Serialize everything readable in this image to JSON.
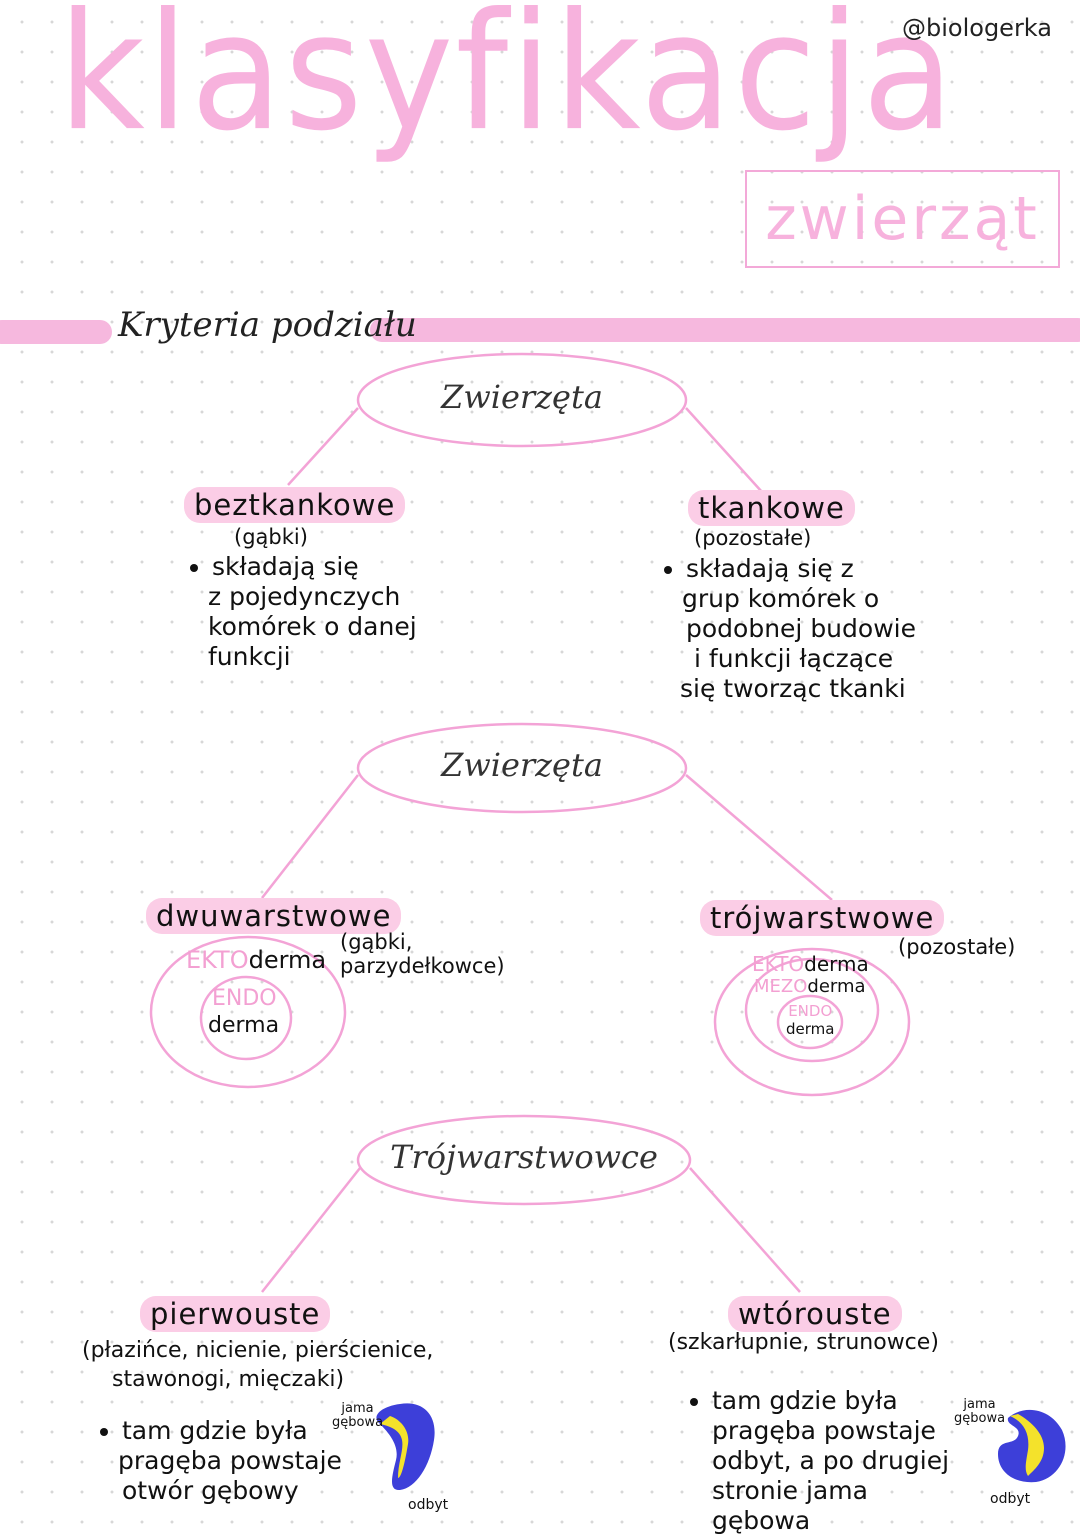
{
  "header": {
    "title": "klasyfikacja",
    "subtitle": "zwierząt",
    "handle": "@biologerka"
  },
  "criteria": {
    "label": "Kryteria podziału"
  },
  "tree1": {
    "root": "Zwierzęta",
    "left": {
      "label": "beztkankowe",
      "note": "(gąbki)",
      "lines": [
        "składają się",
        "z pojedynczych",
        "komórek o danej",
        "funkcji"
      ]
    },
    "right": {
      "label": "tkankowe",
      "note": "(pozostałe)",
      "lines": [
        "składają się z",
        "grup komórek o",
        "podobnej budowie",
        "i funkcji łączące",
        "się tworząc tkanki"
      ]
    }
  },
  "tree2": {
    "root": "Zwierzęta",
    "left": {
      "label": "dwuwarstwowe",
      "note_lines": [
        "(gąbki,",
        "parzydełkowce)"
      ],
      "outer_a": "EKTO",
      "outer_b": "derma",
      "inner_a": "ENDO",
      "inner_b": "derma"
    },
    "right": {
      "label": "trójwarstwowe",
      "note": "(pozostałe)",
      "outer_a": "EKTO",
      "outer_b": "derma",
      "mid_a": "MEZO",
      "mid_b": "derma",
      "inner_a": "ENDO",
      "inner_b": "derma"
    }
  },
  "tree3": {
    "root": "Trójwarstwowce",
    "left": {
      "label": "pierwouste",
      "note_lines": [
        "(płazińce, nicienie, pierścienice,",
        "stawonogi, mięczaki)"
      ],
      "lines": [
        "tam gdzie była",
        "pragęba powstaje",
        "otwór gębowy"
      ],
      "diagram_top_lines": [
        "jama",
        "gębowa"
      ],
      "diagram_bottom": "odbyt"
    },
    "right": {
      "label": "wtórouste",
      "note": "(szkarłupnie, strunowce)",
      "lines": [
        "tam gdzie była",
        "pragęba powstaje",
        "odbyt, a po drugiej",
        "stronie jama gębowa"
      ],
      "diagram_top_lines": [
        "jama",
        "gębowa"
      ],
      "diagram_bottom": "odbyt"
    }
  },
  "colors": {
    "pink": "#f7b2dd",
    "highlight": "#fbcde6",
    "blue": "#3d3fd9",
    "yellow": "#f4e22b"
  }
}
